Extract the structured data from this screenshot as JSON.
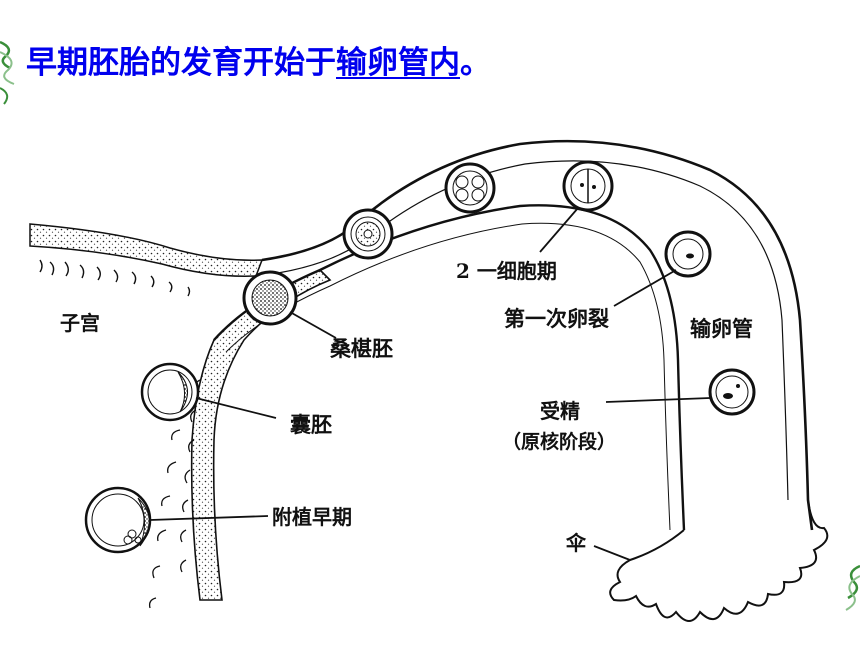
{
  "title": {
    "prefix": "早期胚胎的发育开始于",
    "highlight": "输卵管内",
    "suffix": "。",
    "color": "#0000ee"
  },
  "diagram": {
    "labels": {
      "uterus": "子宫",
      "morula": "桑椹胚",
      "blastocyst": "囊胚",
      "early_implantation": "附植早期",
      "two_cell": "2 一细胞期",
      "first_cleavage": "第一次卵裂",
      "oviduct": "输卵管",
      "fertilization": "受精",
      "pronucleus": "（原核阶段）",
      "fimbriae": "伞"
    }
  },
  "colors": {
    "line": "#111111",
    "decoration": "#3a8f3a"
  },
  "icons": [
    "swirl-decoration-icon",
    "swirl-decoration-icon"
  ]
}
